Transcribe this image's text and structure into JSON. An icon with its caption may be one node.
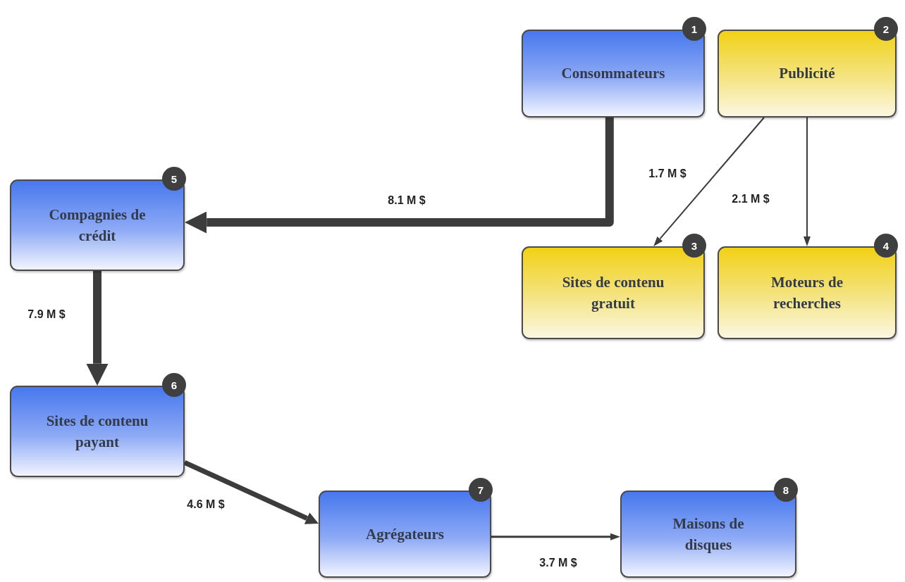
{
  "diagram": {
    "nodes": [
      {
        "text": [
          "Consommateurs"
        ],
        "beside": [
          "1"
        ]
      },
      {
        "text": [
          "Publicité"
        ],
        "beside": [
          "2"
        ]
      },
      {
        "text": [
          "Sites de contenu gratuit"
        ],
        "beside": [
          "3"
        ]
      },
      {
        "text": [
          "Moteurs de recherches"
        ],
        "beside": [
          "4"
        ]
      },
      {
        "text": [
          "Compagnies de crédit"
        ],
        "beside": [
          "5"
        ]
      },
      {
        "text": [
          "Sites de contenu payant"
        ],
        "beside": [
          "6"
        ]
      },
      {
        "text": [
          "Agrégateurs"
        ],
        "beside": [
          "7"
        ]
      },
      {
        "text": [
          "Maisons de disques"
        ],
        "beside": [
          "8"
        ]
      }
    ],
    "edges": [
      {
        "from": 0,
        "to": 4,
        "arrow": "to",
        "label": "8.1 M $",
        "style": "thick"
      },
      {
        "from": 1,
        "to": 2,
        "arrow": "to",
        "label": "1.7 M $"
      },
      {
        "from": 1,
        "to": 3,
        "arrow": "to",
        "label": "2.1 M $"
      },
      {
        "from": 4,
        "to": 5,
        "arrow": "to",
        "label": "7.9 M $",
        "style": "thick"
      },
      {
        "from": 5,
        "to": 6,
        "arrow": "to",
        "label": "4.6 M $",
        "style": "thick"
      },
      {
        "from": 6,
        "to": 7,
        "arrow": "to",
        "label": "3.7 M $"
      }
    ]
  }
}
